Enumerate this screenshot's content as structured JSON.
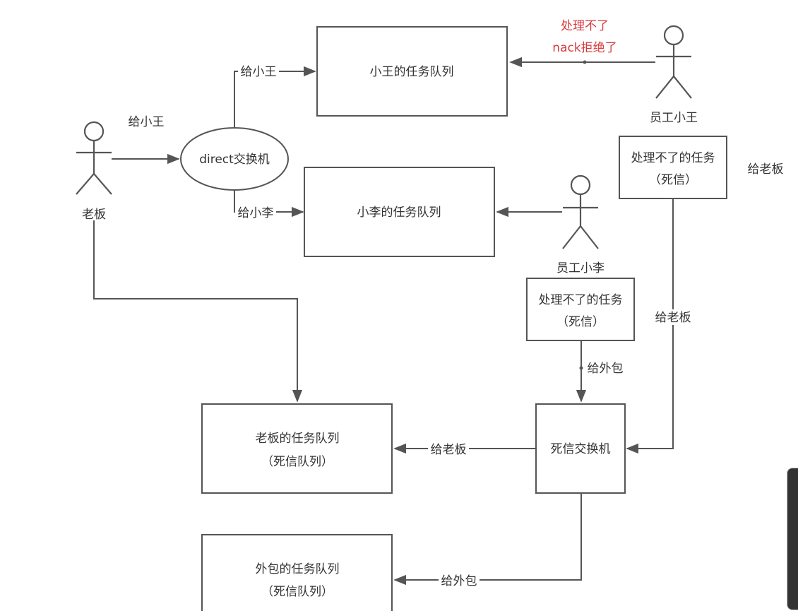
{
  "actors": {
    "boss": "老板",
    "xiaowang": "员工小王",
    "xiaoli": "员工小李"
  },
  "nodes": {
    "direct_exchange": "direct交换机",
    "xiaowang_queue": "小王的任务队列",
    "xiaoli_queue": "小李的任务队列",
    "dead_letter_exchange": "死信交换机",
    "boss_queue_line1": "老板的任务队列",
    "boss_queue_line2": "（死信队列）",
    "outsource_queue_line1": "外包的任务队列",
    "outsource_queue_line2": "（死信队列）",
    "wang_dead_line1": "处理不了的任务",
    "wang_dead_line2": "（死信）",
    "li_dead_line1": "处理不了的任务",
    "li_dead_line2": "（死信）"
  },
  "labels": {
    "boss_to_exchange": "给小王",
    "exchange_to_wang": "给小王",
    "exchange_to_li": "给小李",
    "reject_line1": "处理不了",
    "reject_line2": "nack拒绝了",
    "wang_dead_to_boss_top": "给老板",
    "wang_dead_to_boss_mid": "给老板",
    "li_dead_to_outsource": "给外包",
    "dlx_to_boss_queue": "给老板",
    "dlx_to_outsource_queue": "给外包"
  },
  "colors": {
    "stroke": "#555555",
    "text": "#333333",
    "reject_text": "#d9383c"
  }
}
